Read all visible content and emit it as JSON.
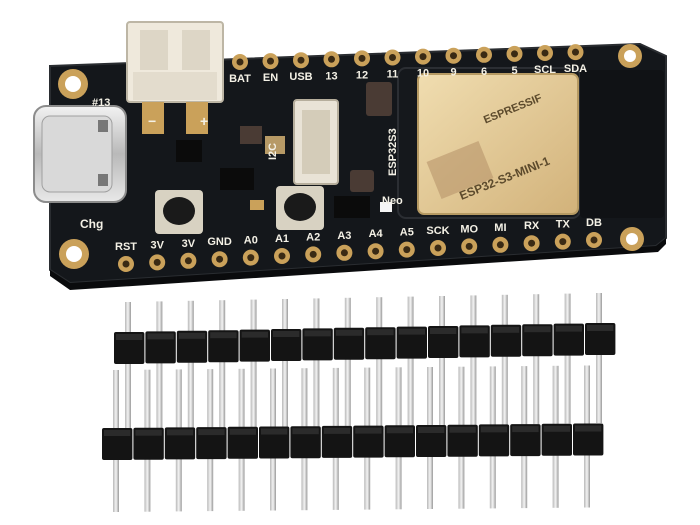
{
  "photo": {
    "background_color": "#ffffff",
    "pcb_color": "#14171b",
    "pad_color": "#caa15a",
    "silkscreen_color": "#f4f1e6"
  },
  "board": {
    "top_labels": [
      "BAT",
      "EN",
      "USB",
      "13",
      "12",
      "11",
      "10",
      "9",
      "6",
      "5",
      "SCL",
      "SDA"
    ],
    "bottom_labels": [
      "RST",
      "3V",
      "3V",
      "GND",
      "A0",
      "A1",
      "A2",
      "A3",
      "A4",
      "A5",
      "SCK",
      "MO",
      "MI",
      "RX",
      "TX",
      "DB"
    ],
    "side_labels": {
      "led": "#13",
      "i2c": "I2C",
      "chip": "ESP32S3",
      "neopixel": "Neo",
      "charge": "Chg",
      "minus": "−",
      "plus": "+"
    },
    "module": {
      "brand": "ESPRESSIF",
      "model": "ESP32-S3-MINI-1"
    }
  },
  "headers": {
    "strip_count": 2,
    "pins_per_strip": 16
  }
}
